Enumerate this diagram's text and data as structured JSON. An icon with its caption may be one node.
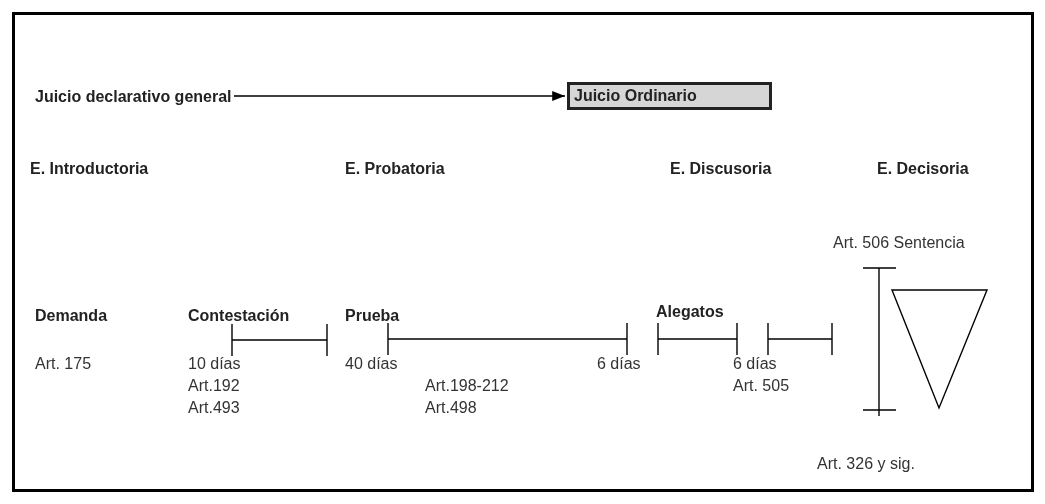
{
  "diagram": {
    "nodes": [
      {
        "text": [
          "Juicio declarativo general"
        ]
      },
      {
        "text": [
          "Juicio Ordinario"
        ]
      }
    ],
    "edges": [
      {
        "from": 0,
        "to": 1,
        "arrow": "to"
      }
    ],
    "labels": [
      "E. Introductoria",
      "E. Probatoria",
      "E. Discusoria",
      "E. Decisoria",
      "Art. 506 Sentencia",
      "Demanda",
      "Contestación",
      "Prueba",
      "Alegatos",
      "Art. 175",
      "10 días",
      "40 días",
      "6 días",
      "6 días",
      "Art.192",
      "Art.198-212",
      "Art. 505",
      "Art.493",
      "Art.498",
      "Art. 326 y sig."
    ]
  }
}
